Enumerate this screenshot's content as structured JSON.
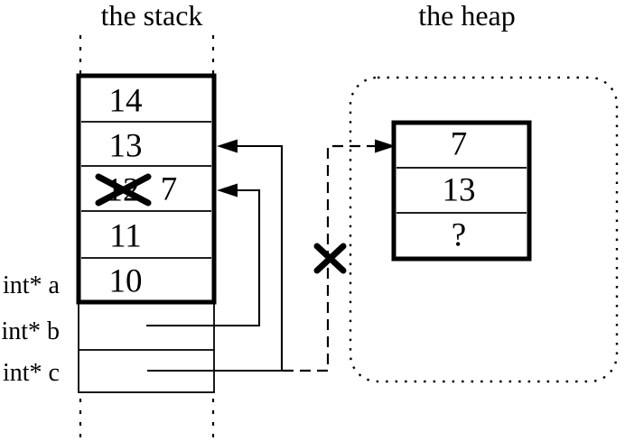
{
  "colors": {
    "ink": "#000000",
    "background": "#ffffff"
  },
  "stack": {
    "title": "the stack",
    "slots": [
      {
        "value": "14"
      },
      {
        "value": "13"
      },
      {
        "value": "12",
        "crossed_out": true,
        "new_value": "7"
      },
      {
        "value": "11"
      },
      {
        "value": "10"
      }
    ],
    "pointers": [
      {
        "label": "int* a"
      },
      {
        "label": "int* b"
      },
      {
        "label": "int* c"
      }
    ]
  },
  "heap": {
    "title": "the heap",
    "cells": [
      {
        "value": "7"
      },
      {
        "value": "13"
      },
      {
        "value": "?"
      }
    ]
  },
  "icons": {
    "overwrite_cross": "x-cross",
    "dangling_pointer_cross": "x-cross"
  }
}
